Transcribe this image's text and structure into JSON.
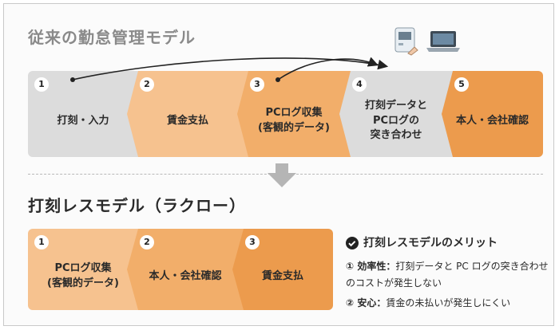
{
  "old_model": {
    "title": "従来の勤怠管理モデル",
    "steps": [
      {
        "num": "1",
        "label": "打刻・入力"
      },
      {
        "num": "2",
        "label": "賃金支払"
      },
      {
        "num": "3",
        "label": "PCログ収集\n(客観的データ)"
      },
      {
        "num": "4",
        "label": "打刻データと\nPCログの\n突き合わせ"
      },
      {
        "num": "5",
        "label": "本人・会社確認"
      }
    ]
  },
  "new_model": {
    "title": "打刻レスモデル（ラクロー）",
    "steps": [
      {
        "num": "1",
        "label": "PCログ収集\n(客観的データ)"
      },
      {
        "num": "2",
        "label": "本人・会社確認"
      },
      {
        "num": "3",
        "label": "賃金支払"
      }
    ]
  },
  "merits": {
    "title": "打刻レスモデルのメリット",
    "item1_prefix": "① 効率性：",
    "item1_text": "打刻データと PC ログの突き合わせのコストが発生しない",
    "item2_prefix": "② 安心：",
    "item2_text": "賃金の未払いが発生しにくい"
  },
  "colors": {
    "gray_step": "#dcdcdc",
    "light_orange": "#f6c28f",
    "mid_orange": "#f2ae6a",
    "dark_orange": "#ec9b4d",
    "arrow_gray": "#b5b5b5"
  },
  "icons": [
    "device-icon",
    "laptop-icon",
    "check-circle-icon",
    "down-arrow-icon"
  ]
}
